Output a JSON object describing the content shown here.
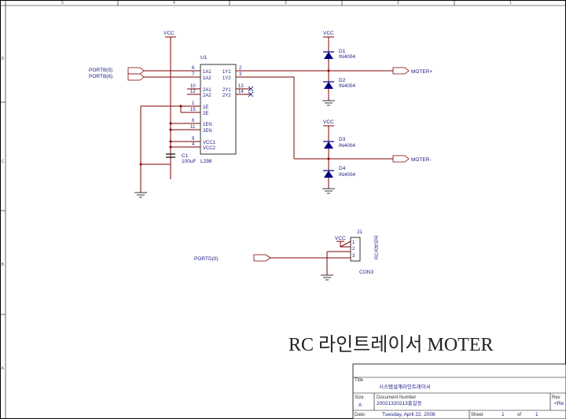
{
  "ruler": {
    "top": [
      "5",
      "4",
      "3",
      "2",
      "1"
    ],
    "left": [
      "D",
      "C",
      "B",
      "A"
    ]
  },
  "power": {
    "vcc": "VCC"
  },
  "u1": {
    "ref": "U1",
    "part": "L298",
    "pins_left": [
      {
        "num": "6",
        "name": "1A1"
      },
      {
        "num": "7",
        "name": "1A2"
      },
      {
        "num": "10",
        "name": "2A1"
      },
      {
        "num": "12",
        "name": "2A2"
      },
      {
        "num": "1",
        "name": "1E"
      },
      {
        "num": "15",
        "name": "2E"
      },
      {
        "num": "6",
        "name": "1EN"
      },
      {
        "num": "11",
        "name": "2EN"
      },
      {
        "num": "9",
        "name": "VCC1"
      },
      {
        "num": "4",
        "name": "VCC2"
      }
    ],
    "pins_right": [
      {
        "num": "2",
        "name": "1Y1"
      },
      {
        "num": "3",
        "name": "1Y2"
      },
      {
        "num": "13",
        "name": "2Y1"
      },
      {
        "num": "14",
        "name": "2Y2"
      }
    ]
  },
  "nets": {
    "portb5": "PORTB(5)",
    "portb6": "PORTB(6)",
    "portd0": "PORTD(0)",
    "moter_plus": "MOTER+",
    "moter_minus": "MOTER-"
  },
  "diodes": [
    {
      "ref": "D1",
      "val": "IN4004"
    },
    {
      "ref": "D2",
      "val": "IN4004"
    },
    {
      "ref": "D3",
      "val": "IN4004"
    },
    {
      "ref": "D4",
      "val": "IN4004"
    }
  ],
  "c1": {
    "ref": "C1",
    "val": "100uF"
  },
  "j1": {
    "ref": "J1",
    "val": "CON3",
    "side": "RC서보모터",
    "pins": [
      "1",
      "2",
      "3"
    ]
  },
  "heading": "RC 라인트레이서 MOTER",
  "titleblock": {
    "title_label": "Title",
    "title": "시스템설계라인트레이서",
    "size_label": "Size",
    "size": "A",
    "docnum_label": "Document Number",
    "docnum": "20021320213홍길동",
    "rev_label": "Rev",
    "rev": "<Re",
    "date_label": "Date:",
    "date": "Tuesday, April 22, 2008",
    "sheet_label": "Sheet",
    "sheet": "1",
    "of_label": "of",
    "sheets": "1"
  }
}
